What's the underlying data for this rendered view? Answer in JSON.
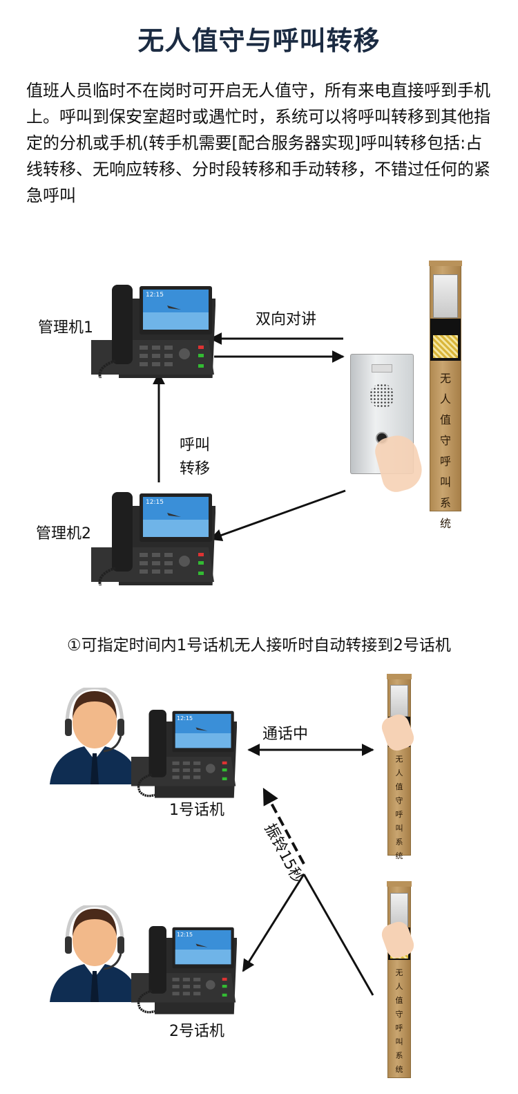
{
  "title": "无人值守与呼叫转移",
  "intro": "值班人员临时不在岗时可开启无人值守，所有来电直接呼到手机上。呼叫到保安室超时或遇忙时，系统可以将呼叫转移到其他指定的分机或手机(转手机需要[配合服务器实现]呼叫转移包括:占线转移、无响应转移、分时段转移和手动转移，不错过任何的紧急呼叫",
  "diagram1": {
    "manager1_label": "管理机1",
    "manager2_label": "管理机2",
    "two_way_label": "双向对讲",
    "transfer_label_line1": "呼叫",
    "transfer_label_line2": "转移",
    "pillar_text": "无人值守呼叫系统",
    "phone_time": "12:15"
  },
  "diagram2": {
    "heading": "①可指定时间内1号话机无人接听时自动转接到2号话机",
    "in_call_label": "通话中",
    "ring_label": "振铃15秒",
    "phone1_label": "1号话机",
    "phone2_label": "2号话机",
    "pillar_text": "无人值守呼叫系统",
    "phone_time": "12:15"
  },
  "colors": {
    "title": "#1b2b42",
    "pillar": "#c29d66",
    "suit": "#0f2d52",
    "skin": "#f2b98a"
  }
}
